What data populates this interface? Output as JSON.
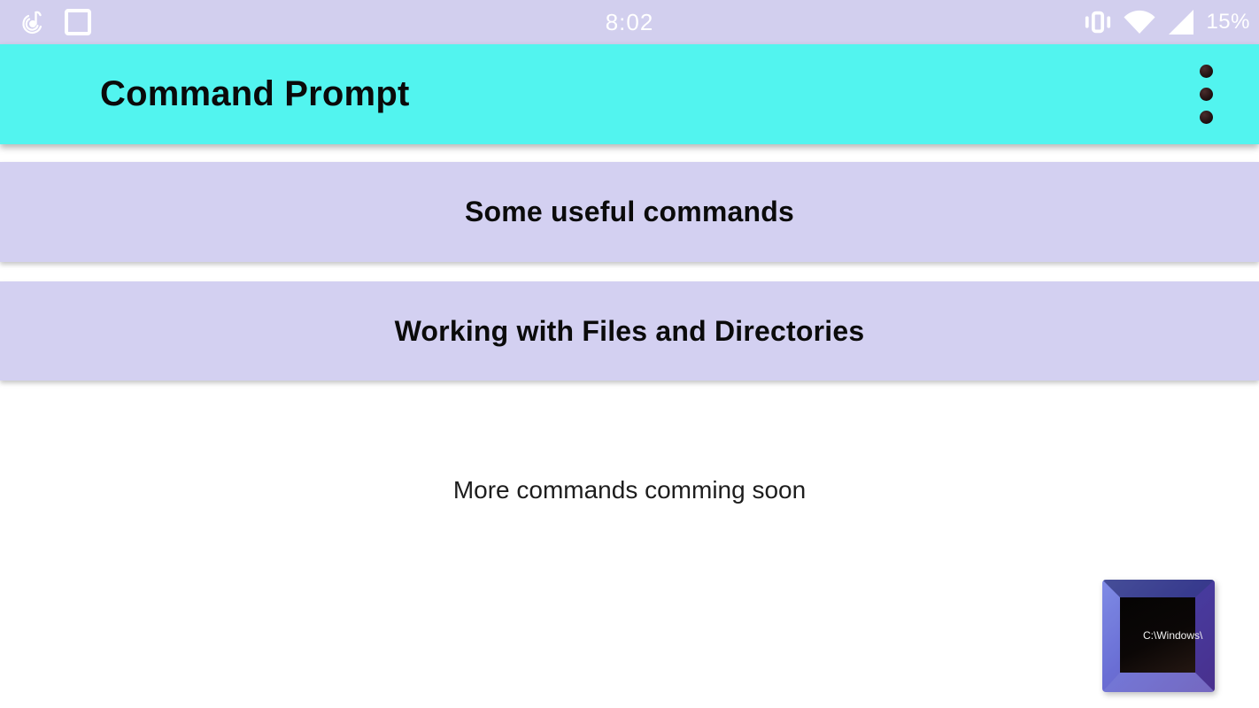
{
  "colors": {
    "status_bar_bg": "#d2cfee",
    "app_bar_bg": "#52f4ef",
    "button_bg": "#d3d0f1",
    "fab_frame_light": "#7280e3",
    "fab_frame_dark": "#5c4cb4"
  },
  "status_bar": {
    "time": "8:02",
    "battery_percent": "15%",
    "left_icons": [
      "music-note-icon",
      "square-icon"
    ],
    "right_icons": [
      "vibrate-icon",
      "wifi-icon",
      "cellular-signal-icon"
    ]
  },
  "app_bar": {
    "title": "Command Prompt"
  },
  "buttons": [
    {
      "label": "Some useful commands"
    },
    {
      "label": "Working with Files and Directories"
    }
  ],
  "note": "More commands comming soon",
  "fab": {
    "screen_text": "C:\\Windows\\"
  }
}
